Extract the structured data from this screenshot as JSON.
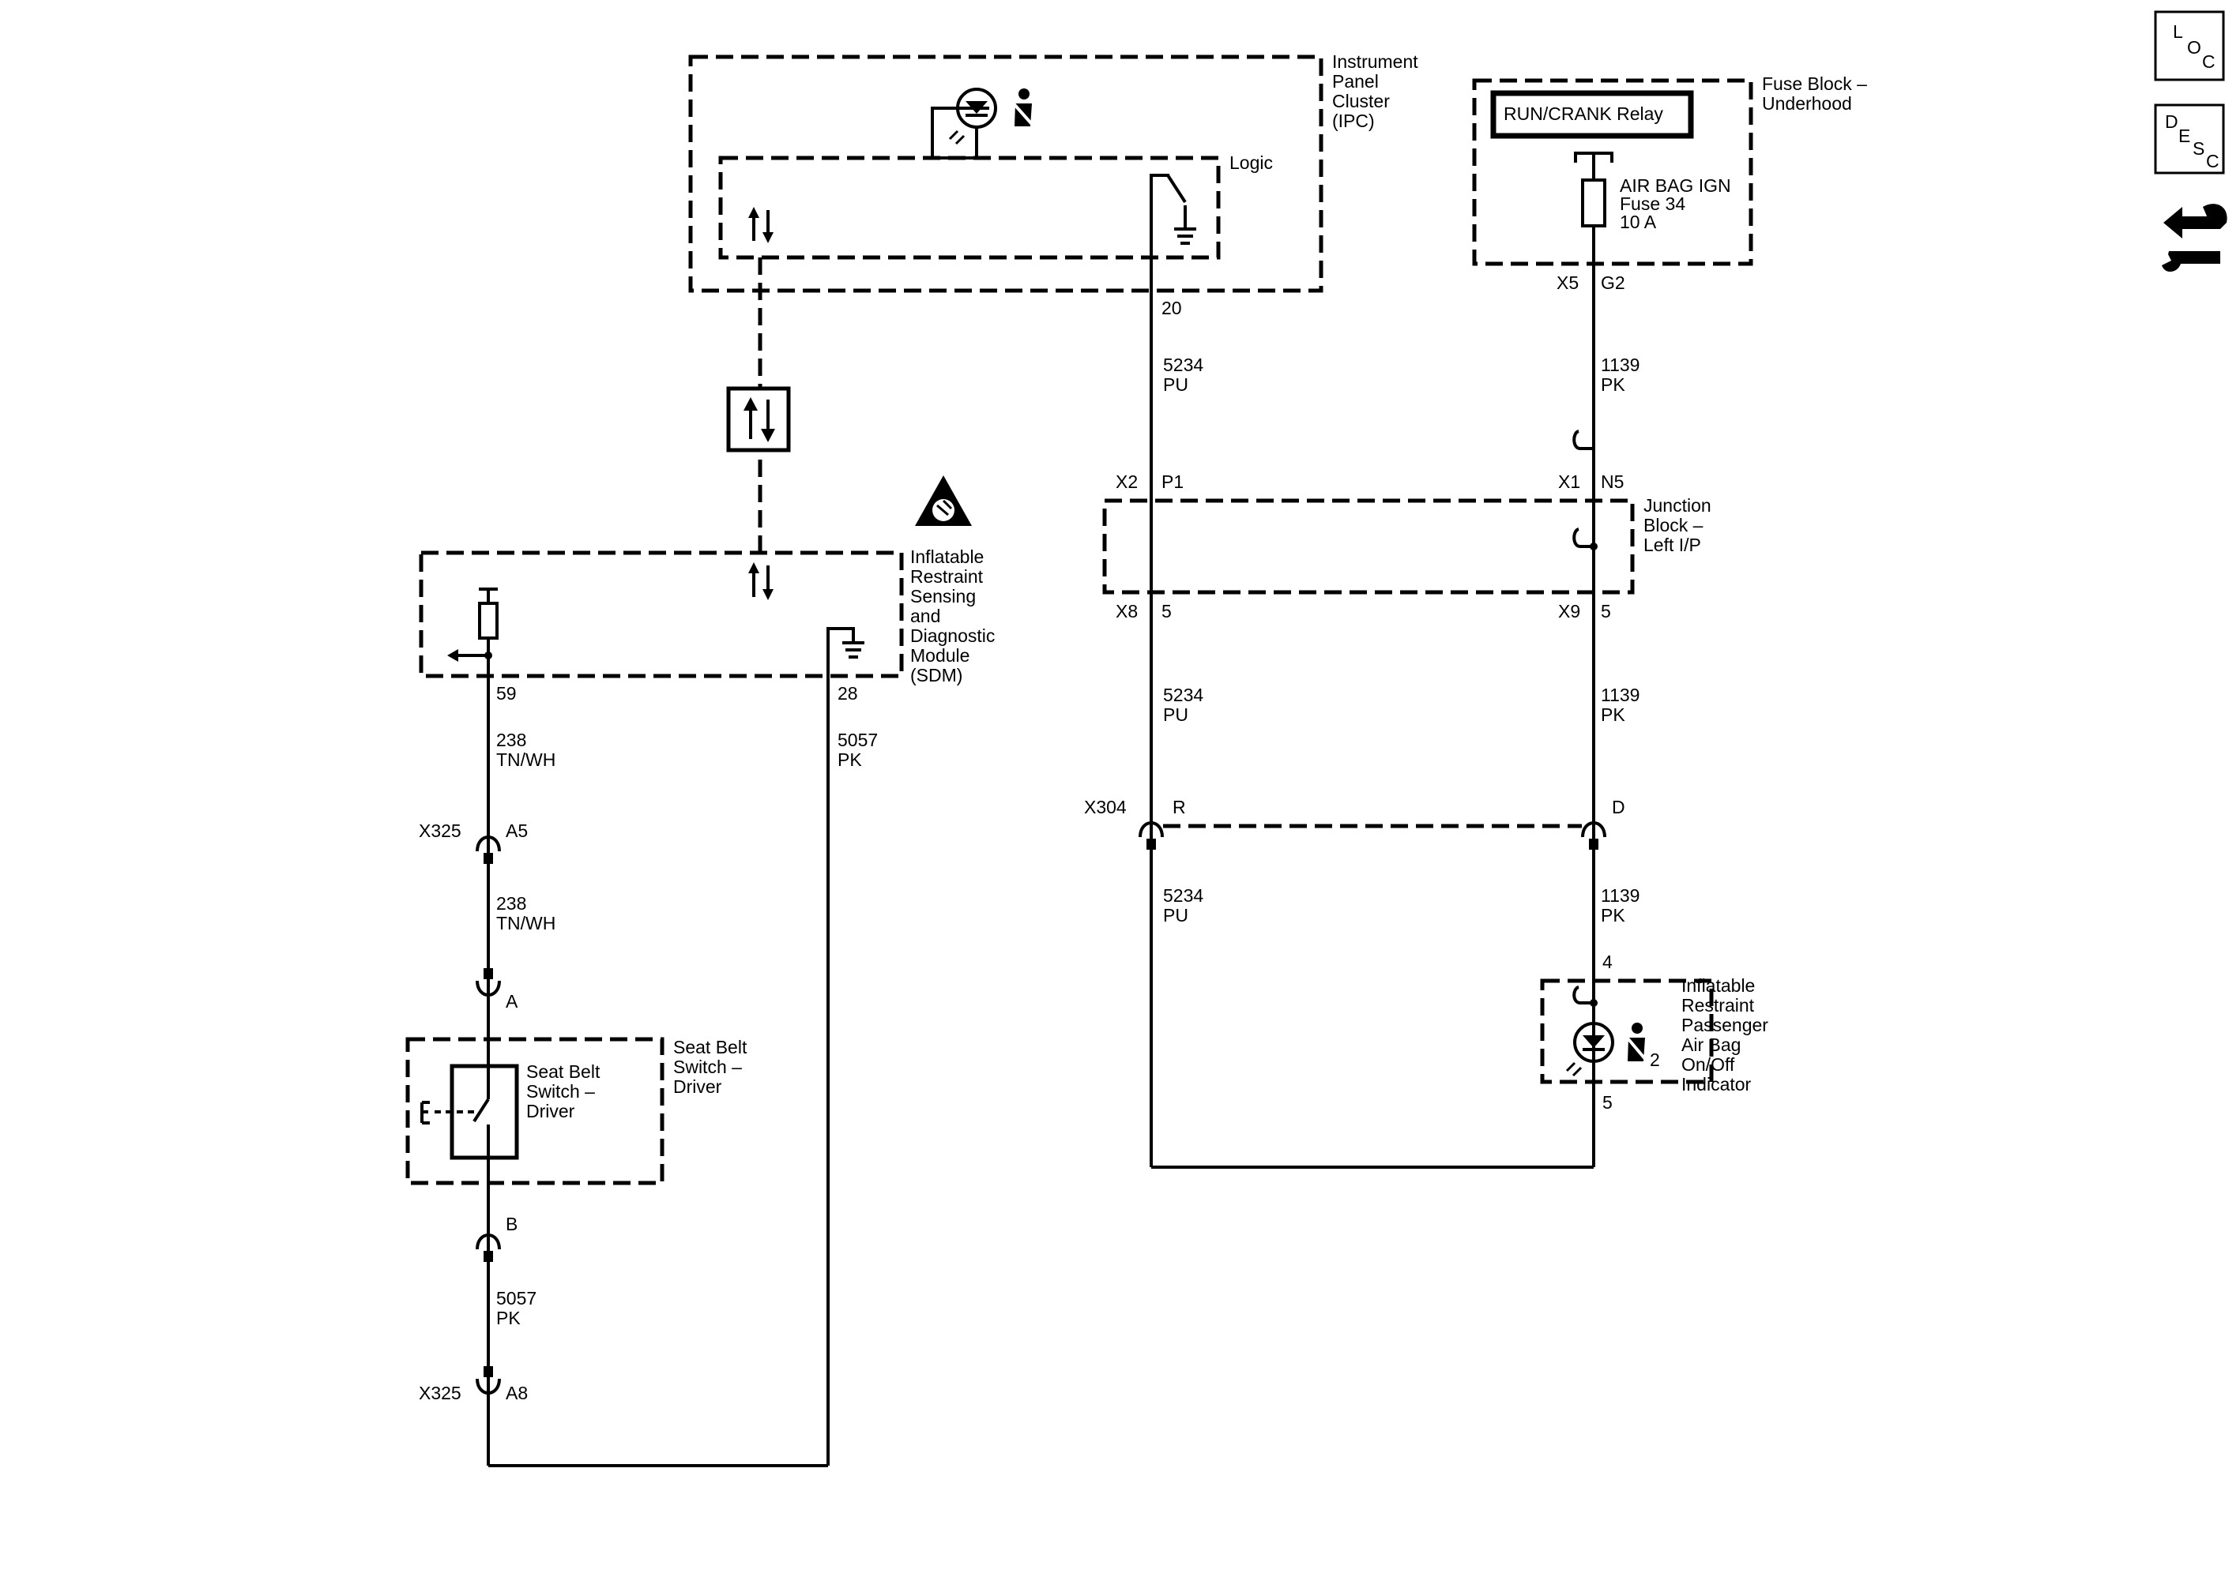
{
  "side_icons": {
    "loc_letters": [
      "L",
      "O",
      "C"
    ],
    "desc_letters": [
      "D",
      "E",
      "S",
      "C"
    ]
  },
  "ipc": {
    "title_lines": [
      "Instrument",
      "Panel",
      "Cluster",
      "(IPC)"
    ],
    "logic_label": "Logic",
    "pin": "20"
  },
  "fuse_block": {
    "title_lines": [
      "Fuse Block –",
      "Underhood"
    ],
    "relay_label": "RUN/CRANK Relay",
    "fuse_lines": [
      "AIR BAG IGN",
      "Fuse 34",
      "10 A"
    ],
    "connector_left": "X5",
    "connector_right": "G2"
  },
  "junction_block": {
    "title_lines": [
      "Junction",
      "Block –",
      "Left I/P"
    ],
    "top_left_conn": "X2",
    "top_left_pin": "P1",
    "top_right_conn": "X1",
    "top_right_pin": "N5",
    "bottom_left_conn": "X8",
    "bottom_left_pin": "5",
    "bottom_right_conn": "X9",
    "bottom_right_pin": "5"
  },
  "sdm": {
    "title_lines": [
      "Inflatable",
      "Restraint",
      "Sensing",
      "and",
      "Diagnostic",
      "Module",
      "(SDM)"
    ],
    "pin_left": "59",
    "pin_right": "28"
  },
  "wires": {
    "w5234_circuit": "5234",
    "w5234_color": "PU",
    "w1139_circuit": "1139",
    "w1139_color": "PK",
    "w238_circuit": "238",
    "w238_color": "TN/WH",
    "w5057_circuit": "5057",
    "w5057_color": "PK"
  },
  "connectors": {
    "x304": "X304",
    "x304_left_pin": "R",
    "x304_right_pin": "D",
    "x325": "X325",
    "x325_a5": "A5",
    "x325_a8": "A8",
    "seat_a": "A",
    "seat_b": "B"
  },
  "seat_belt_switch": {
    "outer_lines": [
      "Seat Belt",
      "Switch –",
      "Driver"
    ],
    "inner_lines": [
      "Seat Belt",
      "Switch –",
      "Driver"
    ]
  },
  "pass_indicator": {
    "title_lines": [
      "Inflatable",
      "Restraint",
      "Passenger",
      "Air Bag",
      "On/Off",
      "Indicator"
    ],
    "pin_top": "4",
    "pin_bottom": "5",
    "sub_number": "2"
  }
}
